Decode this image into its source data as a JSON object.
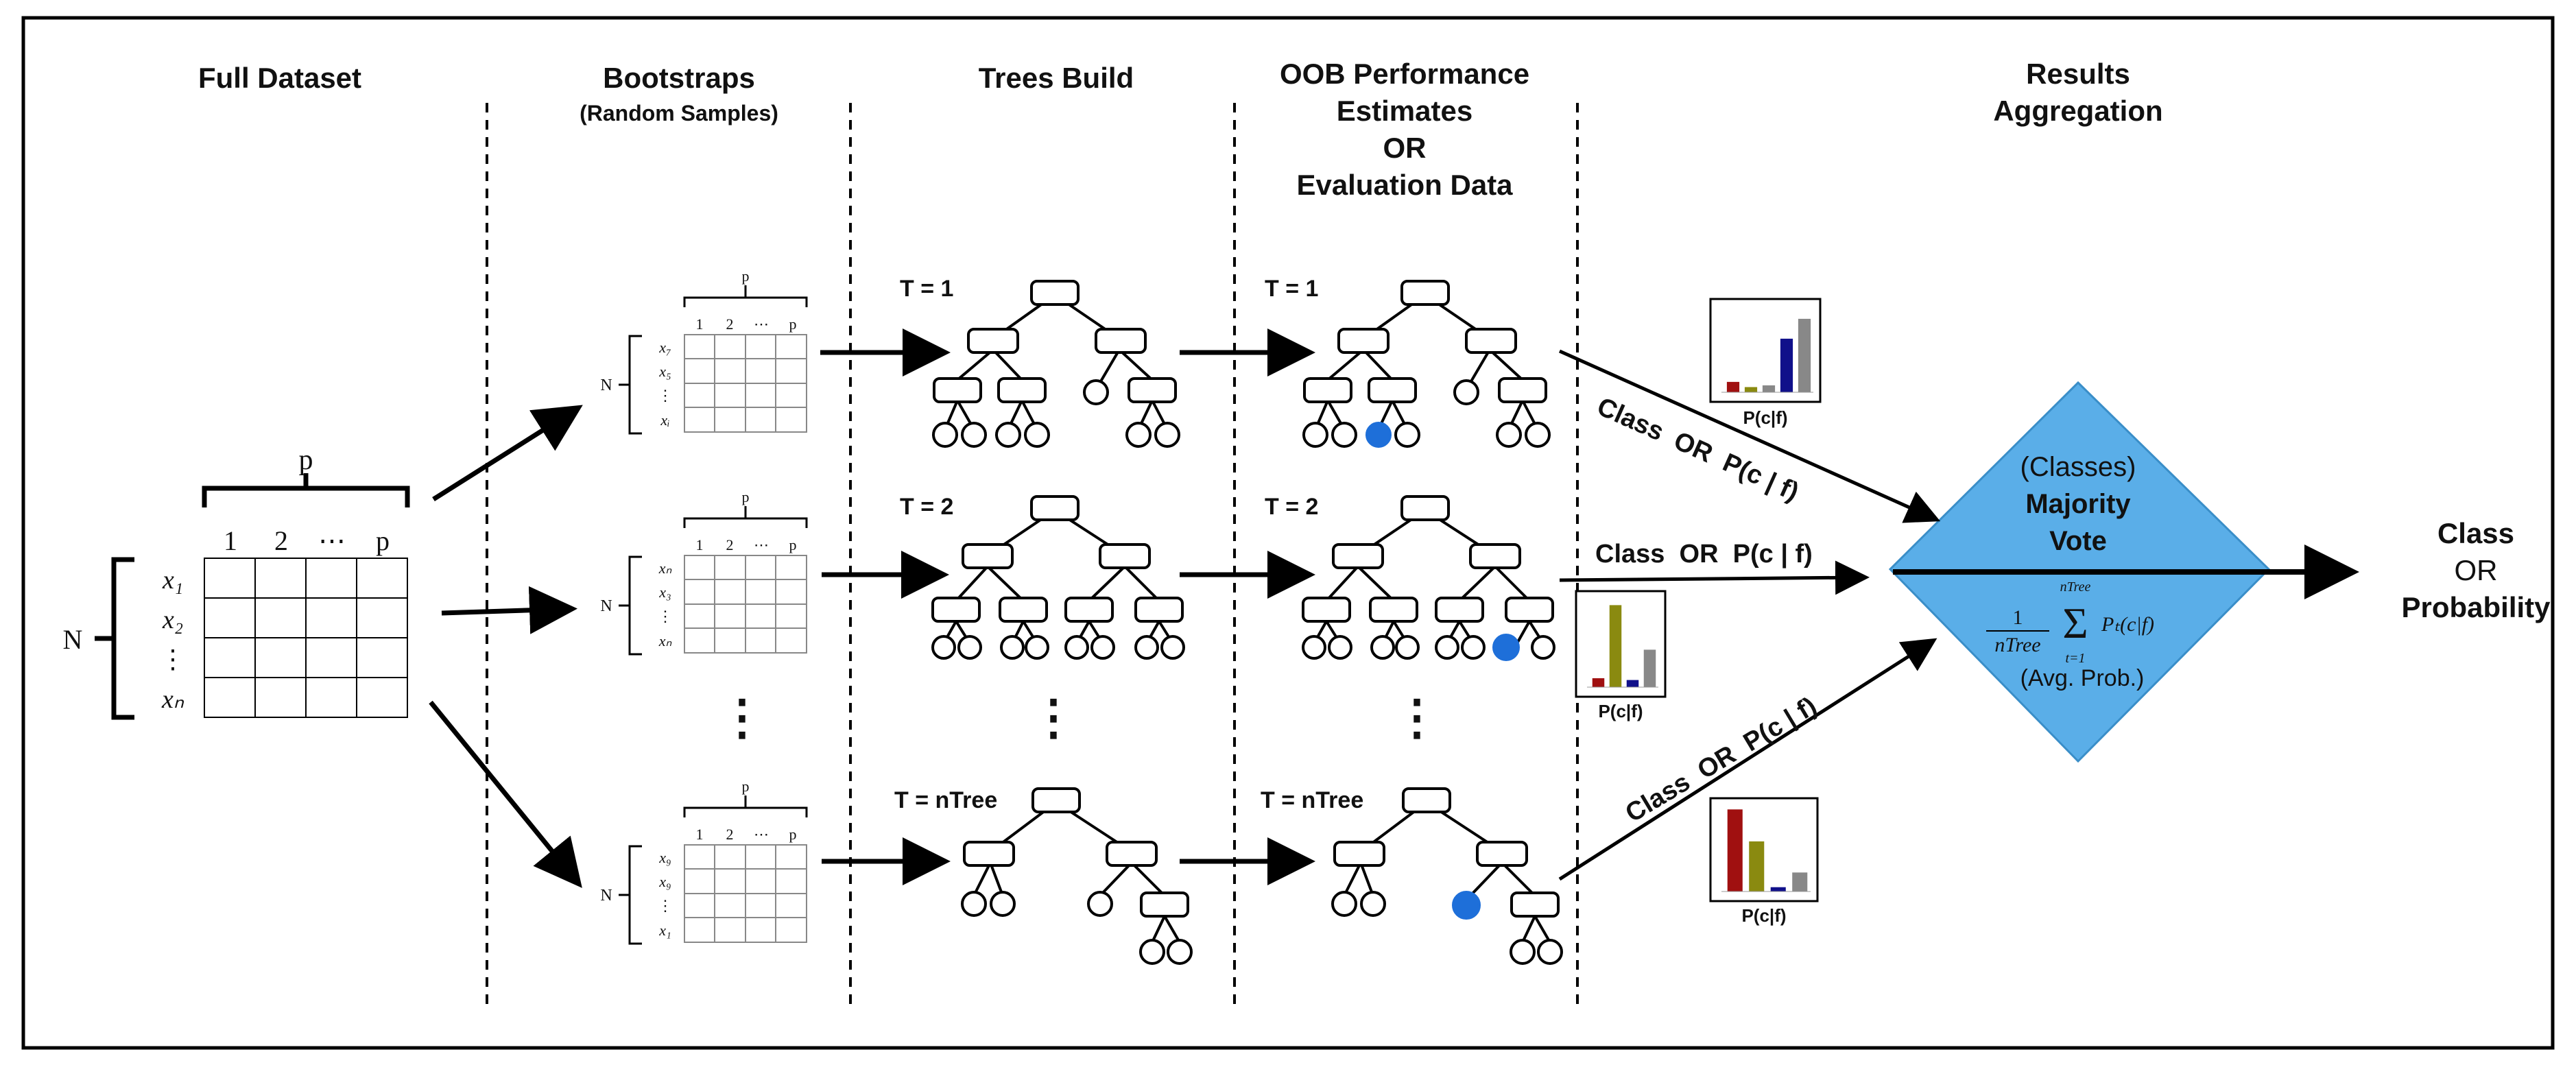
{
  "columns": {
    "full_dataset": "Full Dataset",
    "bootstraps": "Bootstraps",
    "bootstraps_sub": "(Random Samples)",
    "trees_build": "Trees Build",
    "oob_line1": "OOB Performance",
    "oob_line2": "Estimates",
    "oob_line3": "OR",
    "oob_line4": "Evaluation Data",
    "results_line1": "Results",
    "results_line2": "Aggregation"
  },
  "full_matrix": {
    "n_label": "N",
    "p_label": "p",
    "col_headers": [
      "1",
      "2",
      "⋯",
      "p"
    ],
    "row_labels": [
      "x₁",
      "x₂",
      "⋮",
      "xₙ"
    ]
  },
  "bootstrap_samples": [
    {
      "row_labels": [
        "x₇",
        "x₅",
        "⋮",
        "xᵢ"
      ]
    },
    {
      "row_labels": [
        "xₙ",
        "x₃",
        "⋮",
        "xₙ"
      ]
    },
    {
      "row_labels": [
        "x₉",
        "x₉",
        "⋮",
        "x₁"
      ]
    }
  ],
  "bootstrap_col_headers": [
    "1",
    "2",
    "⋯",
    "p"
  ],
  "tree_labels": [
    "T = 1",
    "T = 2",
    "T = nTree"
  ],
  "ellipsis": "⋮",
  "outputs": {
    "top": "Class  OR  P(c | f)",
    "mid": "Class  OR  P(c | f)",
    "bot": "Class  OR  P(c | f)"
  },
  "mini_chart_caption": "P(c|f)",
  "mini_charts": [
    {
      "values": [
        0.12,
        0.06,
        0.08,
        0.62,
        0.85
      ],
      "colors": [
        "#a01010",
        "#8a8a10",
        "#888888",
        "#10108a",
        "#888888"
      ]
    },
    {
      "values": [
        0.1,
        0.92,
        0.08,
        0.42
      ],
      "colors": [
        "#a01010",
        "#8a8a10",
        "#10108a",
        "#888888"
      ]
    },
    {
      "values": [
        0.95,
        0.58,
        0.05,
        0.22
      ],
      "colors": [
        "#a01010",
        "#8a8a10",
        "#10108a",
        "#888888"
      ]
    }
  ],
  "aggregation": {
    "classes": "(Classes)",
    "majority": "Majority",
    "vote": "Vote",
    "frac_num": "1",
    "frac_den": "nTree",
    "sum_top": "nTree",
    "sum_bottom": "t=1",
    "sum_term": "Pₜ(c|f)",
    "avg": "(Avg. Prob.)"
  },
  "final_output": {
    "line1": "Class",
    "line2": "OR",
    "line3": "Probability"
  },
  "colors": {
    "diamond": "#5aaee8",
    "leaf_highlight": "#1e6fd9"
  }
}
